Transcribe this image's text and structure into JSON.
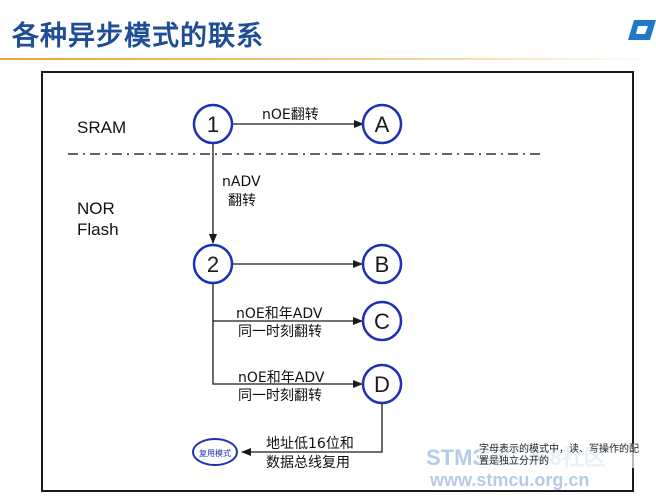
{
  "slide": {
    "title": "各种异步模式的联系"
  },
  "diagram": {
    "zones": {
      "sram": "SRAM",
      "nor_line1": "NOR",
      "nor_line2": "Flash"
    },
    "nodes": {
      "n1": "1",
      "n2": "2",
      "a": "A",
      "b": "B",
      "c": "C",
      "d": "D",
      "mux": "复用模式"
    },
    "edges": {
      "one_to_a": "nOE翻转",
      "one_to_two_line1": "nADV",
      "one_to_two_line2": "翻转",
      "two_to_c_line1": "nOE和年ADV",
      "two_to_c_line2": "同一时刻翻转",
      "two_to_d_line1": "nOE和年ADV",
      "two_to_d_line2": "同一时刻翻转",
      "d_to_mux_line1": "地址低16位和",
      "d_to_mux_line2": "数据总线复用"
    },
    "colors": {
      "node_stroke": "#1f2fb8",
      "line": "#1a1a1a",
      "title": "#1f4e96"
    }
  },
  "watermark": {
    "brand": "STM32/STM8社区",
    "url": "www.stmcu.org.cn",
    "note": "字母表示的模式中，读、写操作的配置是独立分开的"
  }
}
